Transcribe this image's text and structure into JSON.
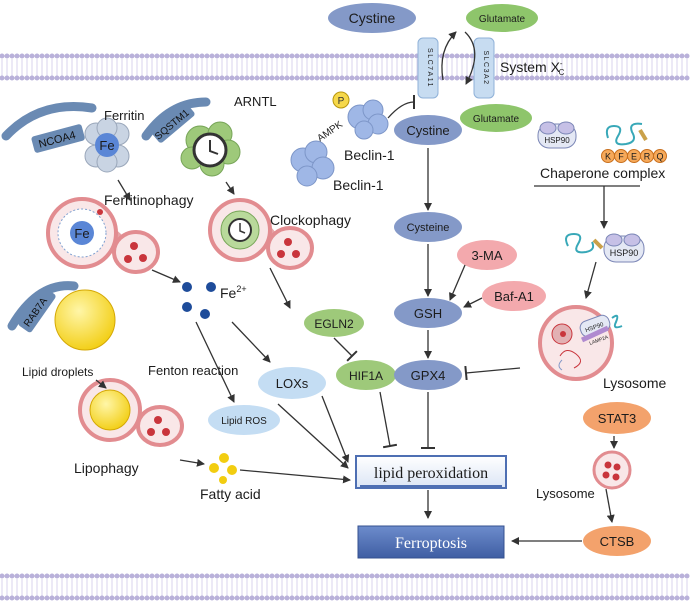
{
  "labels": {
    "cystine_top": "Cystine",
    "glutamate_top": "Glutamate",
    "slc7a11": "SLC7A11",
    "slc3a2": "SLC3A2",
    "system_xc_main": "System X",
    "system_xc_sub": "C",
    "system_xc_sup": "-",
    "glutamate_bottom": "Glutamate",
    "cystine_inner": "Cystine",
    "p": "P",
    "ampk": "AMPK",
    "beclin1_a": "Beclin-1",
    "beclin1_b": "Beclin-1",
    "ferritin": "Ferritin",
    "ncoa4": "NCOA4",
    "fe_ferritin": "Fe",
    "sqstm1": "SQSTM1",
    "arntl": "ARNTL",
    "ferritinophagy": "Ferritinophagy",
    "fe_ferritinophagy": "Fe",
    "clockophagy": "Clockophagy",
    "fe2_base": "Fe",
    "fe2_sup": "2+",
    "rab7a": "RAB7A",
    "lipid_droplets": "Lipid droplets",
    "fenton": "Fenton reaction",
    "egln2": "EGLN2",
    "hif1a": "HIF1A",
    "loxs": "LOXs",
    "lipid_ros": "Lipid ROS",
    "lipophagy": "Lipophagy",
    "fatty_acid": "Fatty acid",
    "cysteine": "Cysteine",
    "three_ma": "3-MA",
    "baf_a1": "Baf-A1",
    "gsh": "GSH",
    "gpx4": "GPX4",
    "hsp90_a": "HSP90",
    "kferq": [
      "K",
      "F",
      "E",
      "R",
      "Q"
    ],
    "chaperone_complex": "Chaperone  complex",
    "hsp90_b": "HSP90",
    "hsp90_c": "HSP90",
    "lamp2a": "LAMP2A",
    "lysosome_right": "Lysosome",
    "stat3": "STAT3",
    "lysosome_bottom": "Lysosome",
    "ctsb": "CTSB",
    "lipid_peroxidation": "lipid peroxidation",
    "ferroptosis": "Ferroptosis"
  },
  "colors": {
    "blue_node": "#8499c8",
    "green_node": "#9ec97a",
    "pink_node": "#f3a9ad",
    "orange_node": "#f3a26c",
    "light_blue_node": "#c4ddf3",
    "membrane_head": "#b9b1da",
    "membrane_tail": "#d8d3ec",
    "ferroptosis_box": "#4e6fb3",
    "peroxidation_box": "#eef3fb"
  }
}
